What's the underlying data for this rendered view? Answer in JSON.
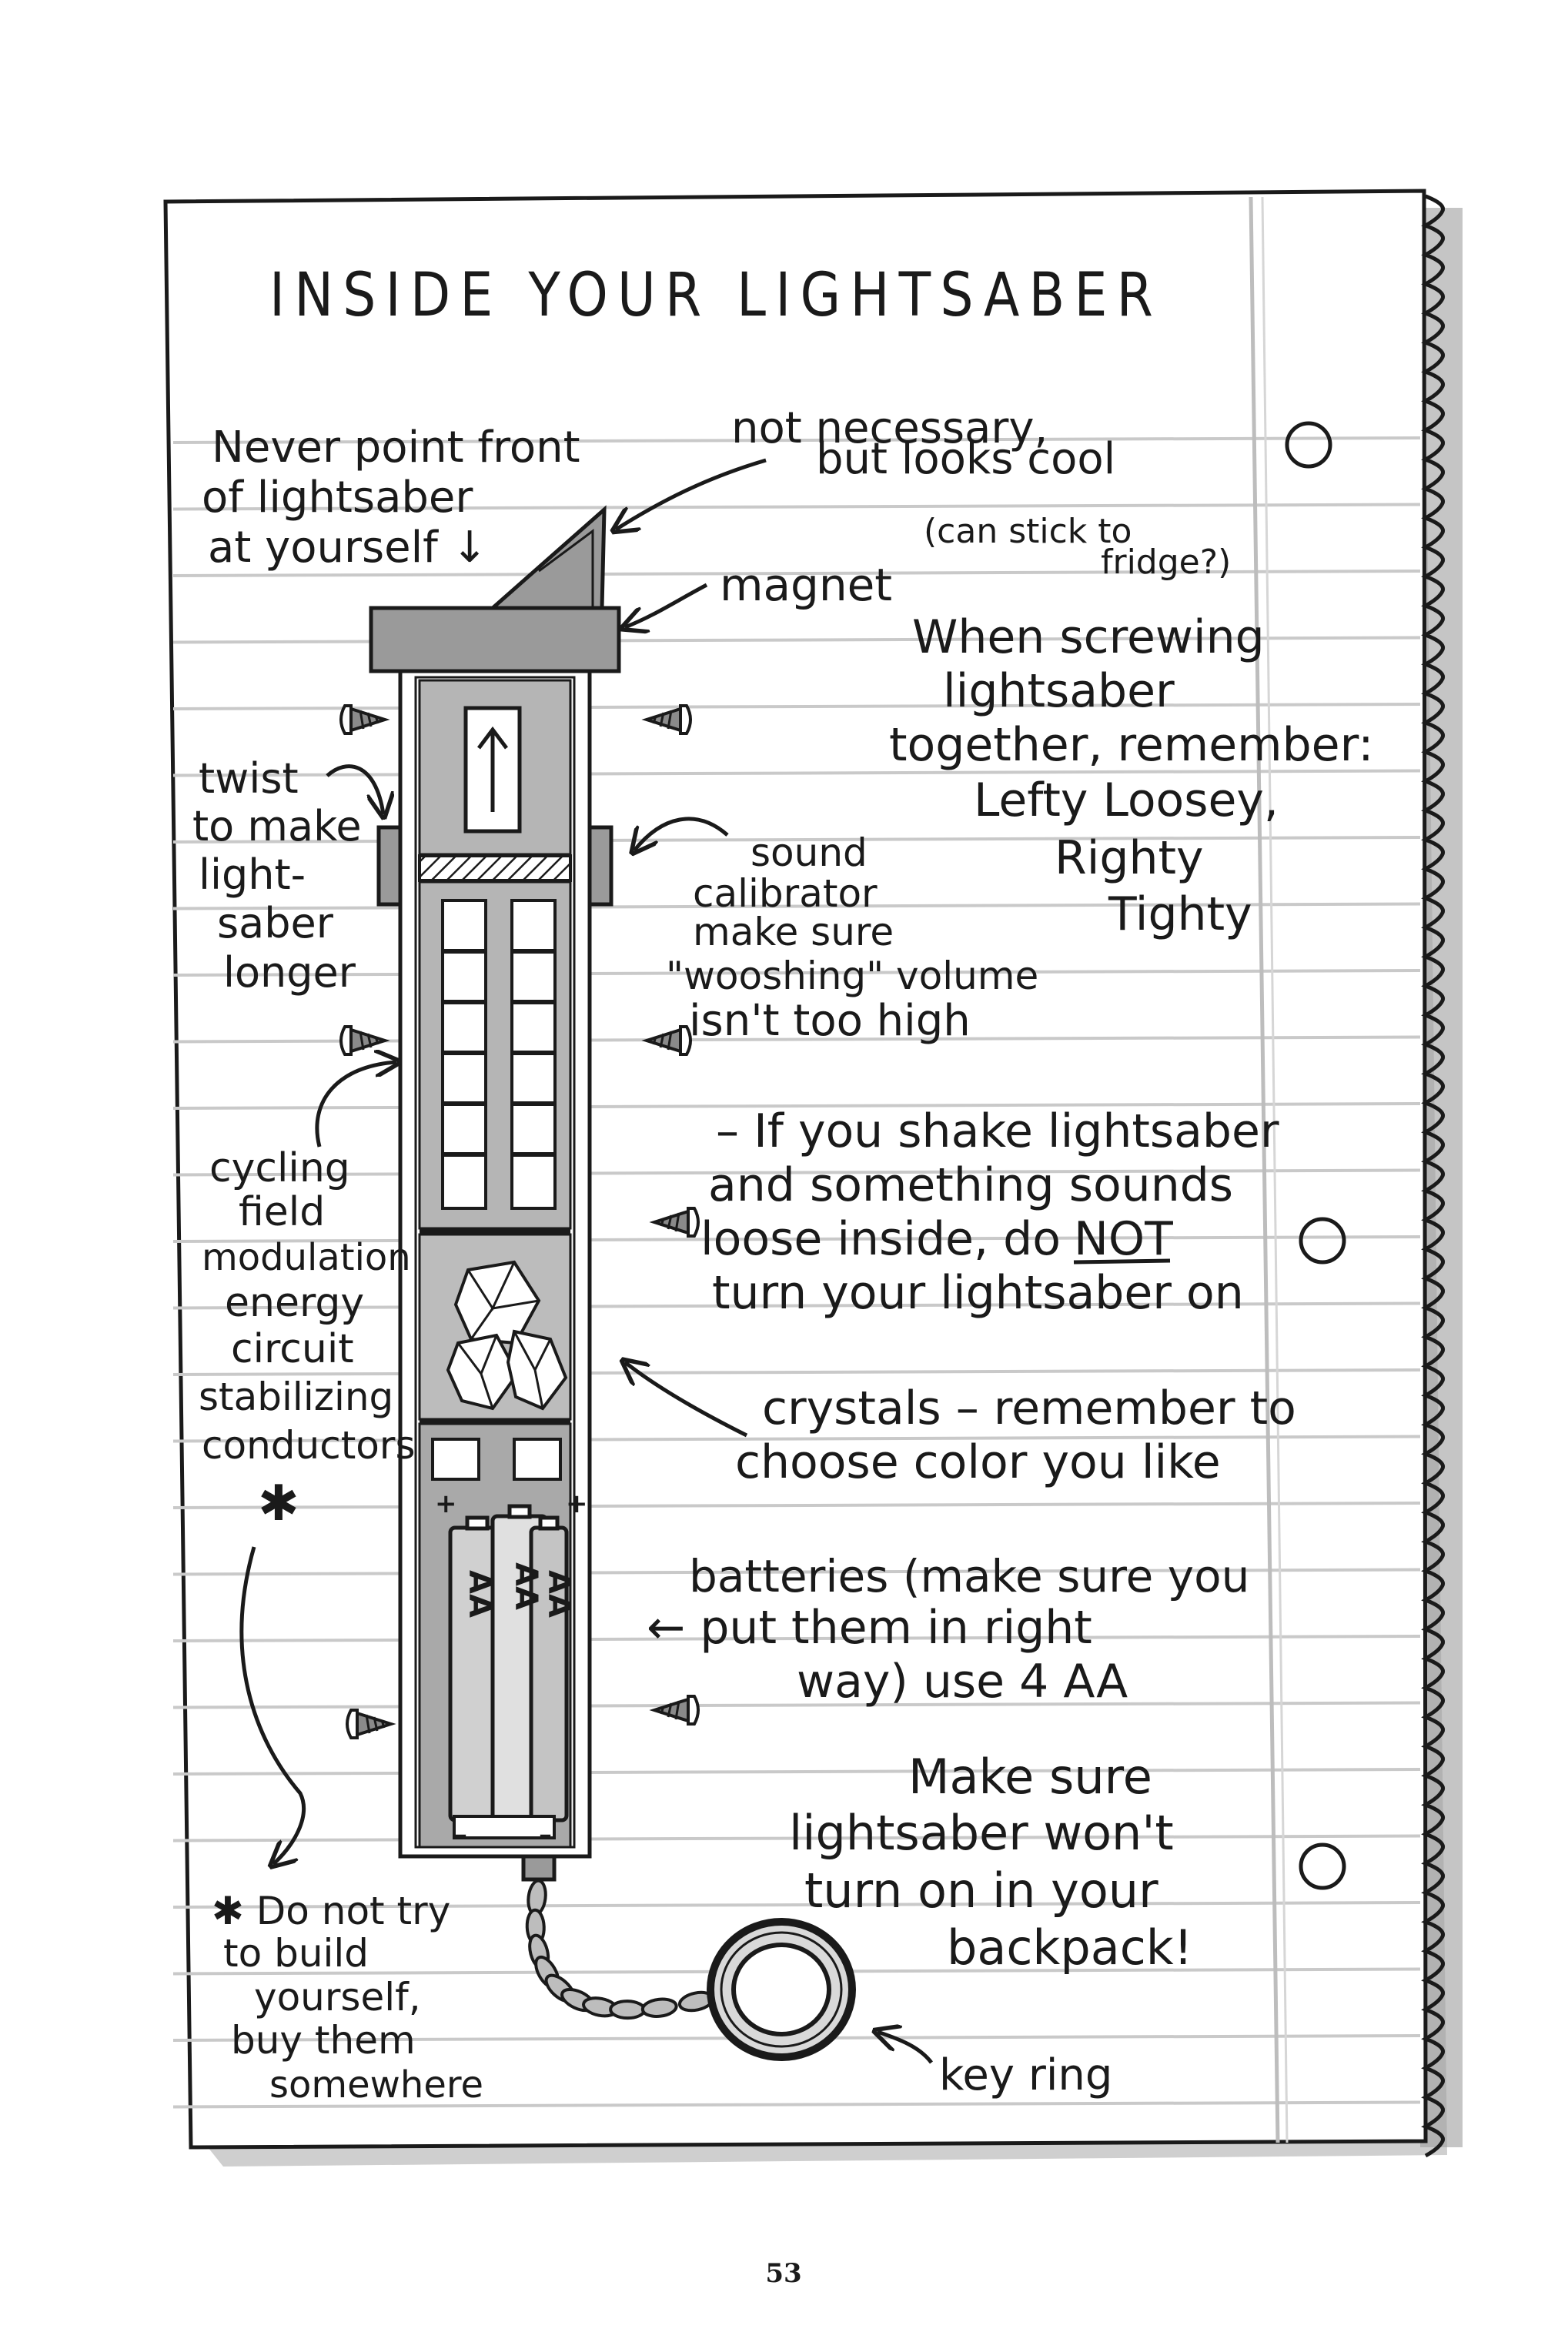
{
  "title": "INSIDE YOUR LIGHTSABER",
  "page_number": "53",
  "notes": {
    "never_point": [
      "Never point front",
      "of lightsaber",
      "at yourself ↓"
    ],
    "not_necessary": [
      "not necessary,",
      "but looks cool"
    ],
    "magnet": [
      "magnet",
      "(can stick to",
      "fridge?)"
    ],
    "screwing": [
      "When screwing",
      "lightsaber",
      "together, remember:",
      "Lefty Loosey,",
      "Righty",
      "Tighty"
    ],
    "twist": [
      "twist",
      "to make",
      "light-",
      "saber",
      "longer"
    ],
    "sound": [
      "sound",
      "calibrator",
      "make sure",
      "\"wooshing\" volume",
      "isn't too high"
    ],
    "shake": [
      "– If you shake lightsaber",
      "and something sounds",
      "loose inside, do",
      "NOT",
      "turn your lightsaber on"
    ],
    "cycling": [
      "cycling",
      "field",
      "modulation",
      "energy",
      "circuit",
      "stabilizing",
      "conductors",
      "✱"
    ],
    "crystals": [
      "crystals – remember to",
      "choose color you like"
    ],
    "batteries": [
      "batteries (make sure you",
      "← put them in right",
      "way) use 4 AA"
    ],
    "backpack": [
      "Make sure",
      "lightsaber won't",
      "turn on in your",
      "backpack!"
    ],
    "do_not_build": [
      "✱ Do not try",
      "to build",
      "yourself,",
      "buy them",
      "somewhere"
    ],
    "key_ring": [
      "key ring"
    ]
  },
  "battery_labels": [
    "AA",
    "AA",
    "AA"
  ],
  "battery_signs": [
    "+",
    "+",
    "–",
    "–"
  ],
  "colors": {
    "ink": "#1a1a1a",
    "paper": "#ffffff",
    "rule_line": "#c9c9c9",
    "margin_line": "#bdbdbd",
    "hilt_gray": "#9a9a9a",
    "panel_gray": "#b5b5b5",
    "shadow": "#8a8a8a"
  },
  "icons": {
    "arrow": "arrow-icon",
    "screw": "screw-icon",
    "hole": "binder-hole-icon",
    "crystal": "crystal-icon",
    "battery": "battery-icon",
    "key_ring": "key-ring-icon"
  }
}
